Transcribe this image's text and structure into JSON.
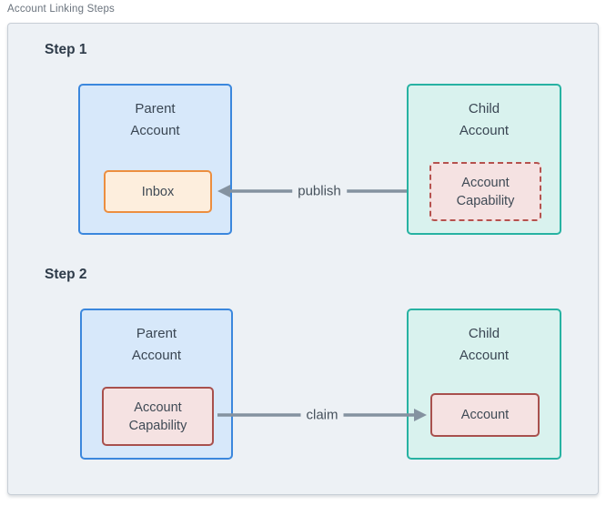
{
  "title": "Account Linking Steps",
  "colors": {
    "canvas_bg": "#edf1f5",
    "canvas_border": "#c7ced6",
    "parent_fill": "#d7e8fa",
    "parent_border": "#3b87dd",
    "child_fill": "#d9f2ee",
    "child_border": "#27b2a2",
    "inbox_fill": "#fdeedd",
    "inbox_border": "#ec8e3f",
    "capability_fill": "#f5e2e2",
    "capability_border": "#b5524e",
    "arrow": "#8492a0"
  },
  "steps": [
    {
      "label": "Step 1",
      "parent": {
        "title": "Parent\nAccount",
        "inner": "Inbox"
      },
      "child": {
        "title": "Child\nAccount",
        "inner": "Account\nCapability"
      },
      "arrow": {
        "label": "publish",
        "direction": "left"
      }
    },
    {
      "label": "Step 2",
      "parent": {
        "title": "Parent\nAccount",
        "inner": "Account\nCapability"
      },
      "child": {
        "title": "Child\nAccount",
        "inner": "Account"
      },
      "arrow": {
        "label": "claim",
        "direction": "right"
      }
    }
  ]
}
